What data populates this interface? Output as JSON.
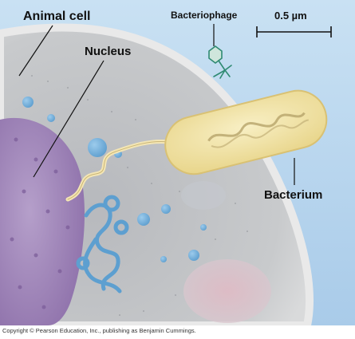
{
  "labels": {
    "animal_cell": "Animal cell",
    "nucleus": "Nucleus",
    "bacteriophage": "Bacteriophage",
    "scale_bar": "0.5 µm",
    "bacterium": "Bacterium"
  },
  "copyright": "Copyright © Pearson Education, Inc., publishing as Benjamin Cummings.",
  "colors": {
    "background_sky": "#b9d7ee",
    "cell_membrane": "#e3e3e3",
    "cytoplasm": "#bfc2c6",
    "nucleus": "#a58bbd",
    "endoplasmic_reticulum": "#5d9fd0",
    "bacterium_body": "#f2e6a6",
    "bacteriophage": "#2f8a72"
  }
}
